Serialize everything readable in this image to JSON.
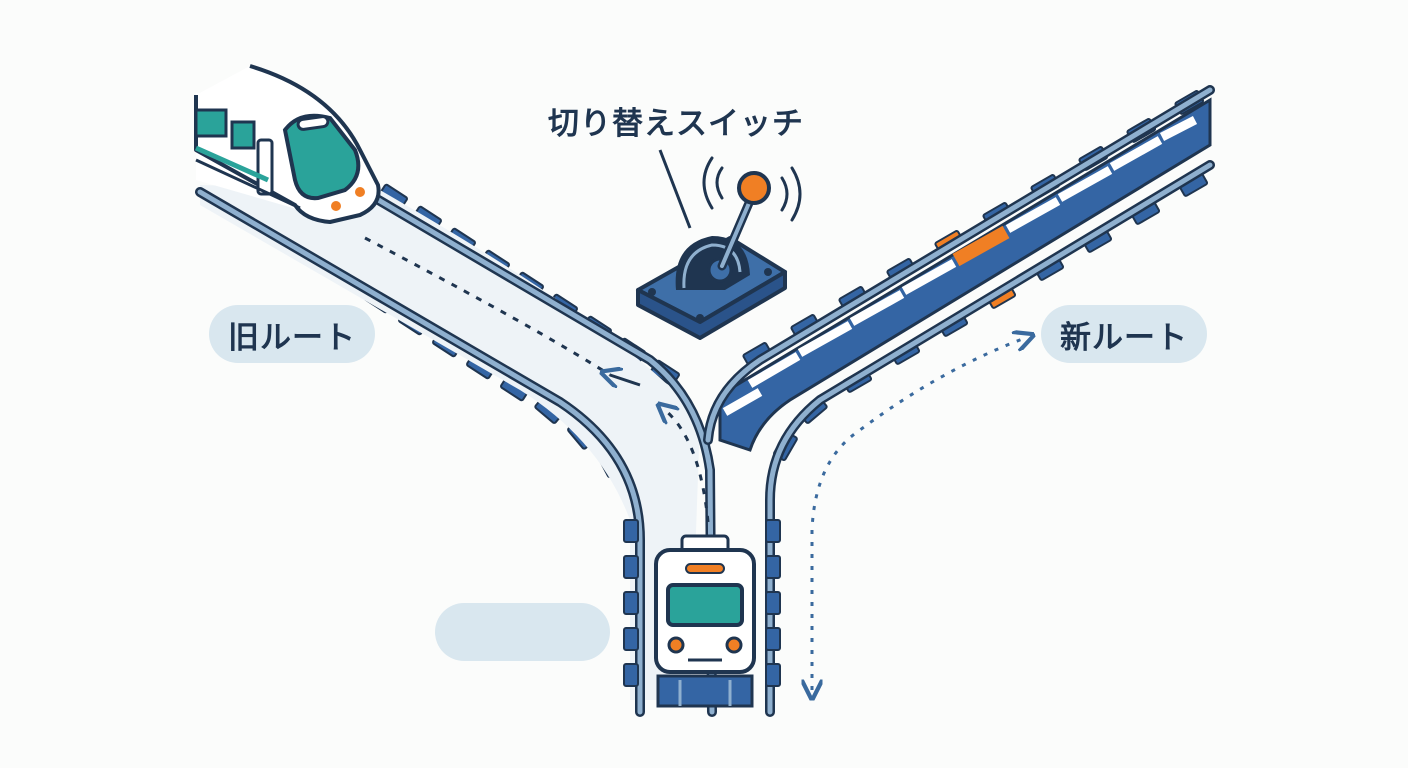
{
  "labels": {
    "switch": "切り替えスイッチ",
    "old_route": "旧ルート",
    "new_route": "新ルート",
    "blank_label": ""
  },
  "colors": {
    "background": "#fbfcfb",
    "outline": "#1f3550",
    "rail_blue": "#3e6fa8",
    "rail_light": "#8fb0cf",
    "sleeper": "#3465a4",
    "train_teal": "#2aa39a",
    "accent_orange": "#f07f24",
    "pill_fill": "#d9e7ef",
    "arrow_blue": "#3a6a9e"
  },
  "icons": [
    "train-front-icon",
    "train-side-icon",
    "lever-switch-icon",
    "route-arrow-icon"
  ]
}
